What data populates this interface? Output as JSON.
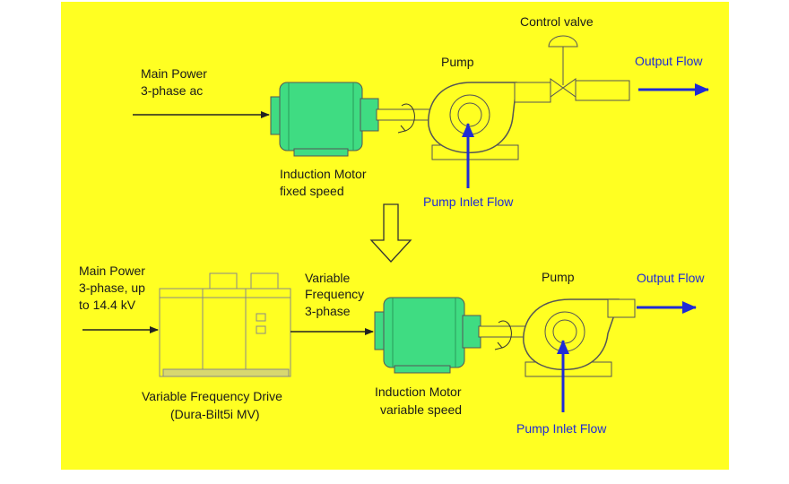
{
  "colors": {
    "background": "#ffff22",
    "motor_green": "#3fdc82",
    "flow_blue": "#1f2bd6",
    "label_blue": "#1f2bd6",
    "outline": "#555555"
  },
  "top": {
    "main_power": [
      "Main Power",
      "3-phase ac"
    ],
    "motor_label": [
      "Induction Motor",
      "fixed speed"
    ],
    "pump_label": "Pump",
    "control_valve_label": "Control valve",
    "output_flow_label": "Output Flow",
    "inlet_flow_label": "Pump Inlet Flow"
  },
  "bottom": {
    "main_power": [
      "Main Power",
      "3-phase, up",
      "to 14.4 kV"
    ],
    "vfd_output": [
      "Variable",
      "Frequency",
      "3-phase"
    ],
    "vfd_label": [
      "Variable Frequency Drive",
      "(Dura-Bilt5i MV)"
    ],
    "motor_label": [
      "Induction Motor",
      "variable speed"
    ],
    "pump_label": "Pump",
    "output_flow_label": "Output Flow",
    "inlet_flow_label": "Pump Inlet Flow"
  }
}
